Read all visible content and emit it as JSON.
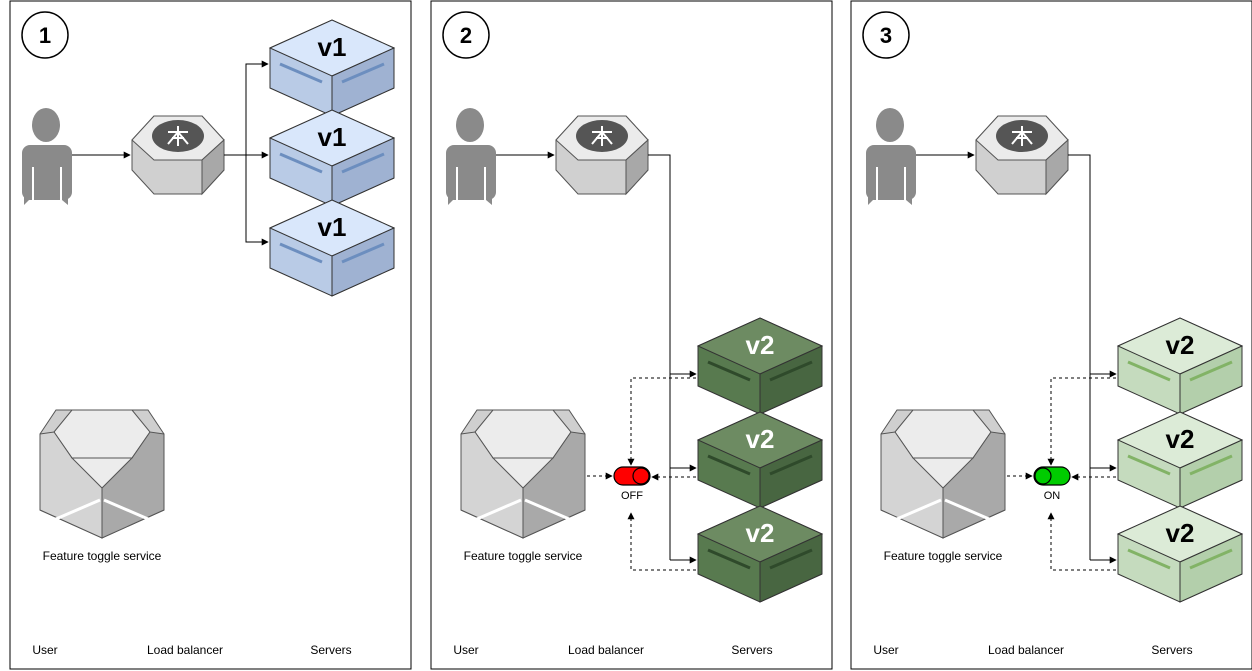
{
  "panels": [
    {
      "number": "1",
      "captions": {
        "user": "User",
        "load_balancer": "Load balancer",
        "servers": "Servers"
      },
      "feature_toggle_service": "Feature toggle service",
      "servers": [
        {
          "label": "v1"
        },
        {
          "label": "v1"
        },
        {
          "label": "v1"
        }
      ],
      "server_style": "blue",
      "toggle": null
    },
    {
      "number": "2",
      "captions": {
        "user": "User",
        "load_balancer": "Load balancer",
        "servers": "Servers"
      },
      "feature_toggle_service": "Feature toggle service",
      "servers": [
        {
          "label": "v2"
        },
        {
          "label": "v2"
        },
        {
          "label": "v2"
        }
      ],
      "server_style": "dark-green",
      "toggle": {
        "label": "OFF",
        "state": "off",
        "color": "#ff0000"
      }
    },
    {
      "number": "3",
      "captions": {
        "user": "User",
        "load_balancer": "Load balancer",
        "servers": "Servers"
      },
      "feature_toggle_service": "Feature toggle service",
      "servers": [
        {
          "label": "v2"
        },
        {
          "label": "v2"
        },
        {
          "label": "v2"
        }
      ],
      "server_style": "light-green",
      "toggle": {
        "label": "ON",
        "state": "on",
        "color": "#00cc00"
      }
    }
  ],
  "colors": {
    "blue_top": "#d9e7fb",
    "blue_left": "#b9cbe6",
    "blue_right": "#9fb2d2",
    "blue_stripe": "#6c8ebf",
    "blue_text": "#000000",
    "dark_top": "#6d8b62",
    "dark_left": "#587a4f",
    "dark_right": "#486641",
    "dark_stripe": "#2f4a2b",
    "dark_text": "#ffffff",
    "light_top": "#dcebd7",
    "light_left": "#c5dbbe",
    "light_right": "#b3cfab",
    "light_stripe": "#82b366",
    "light_text": "#000000"
  }
}
